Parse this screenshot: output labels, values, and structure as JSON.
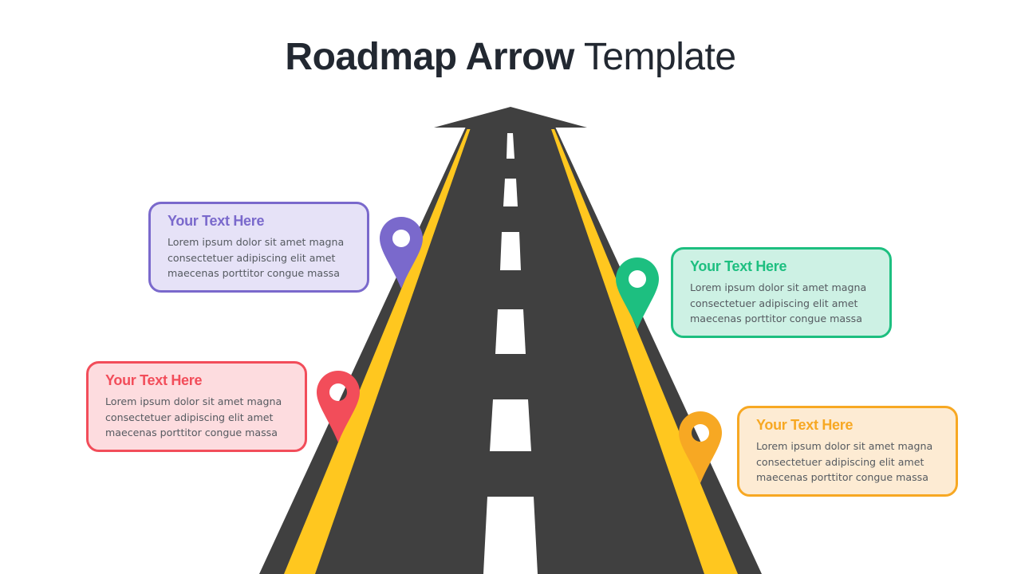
{
  "title": {
    "bold": "Roadmap Arrow",
    "light": "Template"
  },
  "colors": {
    "road": "#404040",
    "road_stripe": "#FFC71F",
    "lane_dash": "#FFFFFF",
    "title": "#222831"
  },
  "milestones": [
    {
      "id": "purple",
      "heading": "Your Text Here",
      "body": "Lorem ipsum dolor sit amet magna consectetuer adipiscing elit amet maecenas porttitor congue massa",
      "accent": "#7A69CC",
      "fill": "#E6E2F7",
      "icon": "map-pin-icon"
    },
    {
      "id": "green",
      "heading": "Your Text Here",
      "body": "Lorem ipsum dolor sit amet magna consectetuer adipiscing elit amet maecenas porttitor congue massa",
      "accent": "#1DBF80",
      "fill": "#CDF1E4",
      "icon": "map-pin-icon"
    },
    {
      "id": "red",
      "heading": "Your Text Here",
      "body": "Lorem ipsum dolor sit amet magna consectetuer adipiscing elit amet maecenas porttitor congue massa",
      "accent": "#F24D5A",
      "fill": "#FDDCDF",
      "icon": "map-pin-icon"
    },
    {
      "id": "orange",
      "heading": "Your Text Here",
      "body": "Lorem ipsum dolor sit amet magna consectetuer adipiscing elit amet maecenas porttitor congue massa",
      "accent": "#F7A823",
      "fill": "#FDEBD3",
      "icon": "map-pin-icon"
    }
  ]
}
